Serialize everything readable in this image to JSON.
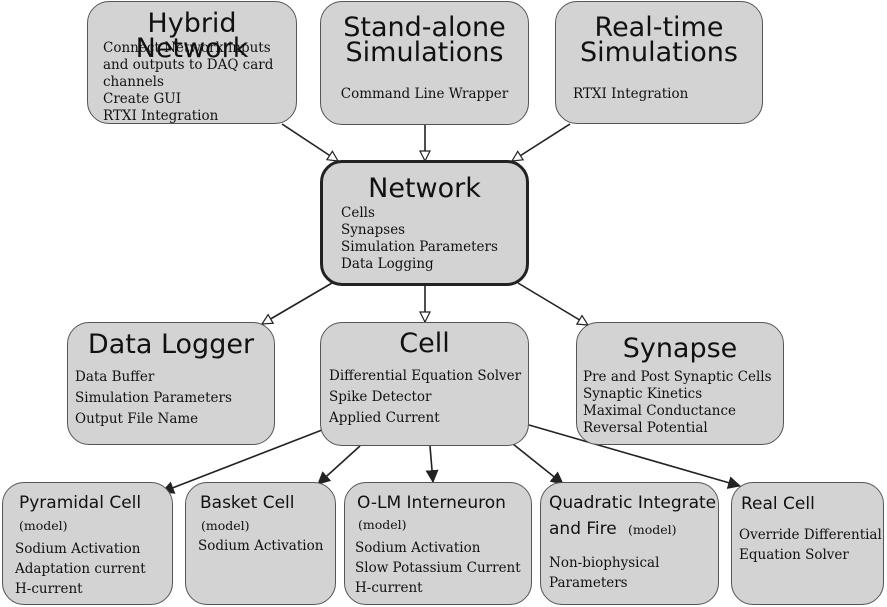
{
  "top": [
    {
      "id": "hybrid",
      "title_lines": [
        "Hybrid Network"
      ],
      "items": [
        "Connect Network inputs",
        "and outputs to DAQ card",
        "channels",
        "Create GUI",
        "RTXI Integration"
      ]
    },
    {
      "id": "standalone",
      "title_lines": [
        "Stand-alone",
        "Simulations"
      ],
      "items": [
        "Command Line Wrapper"
      ]
    },
    {
      "id": "realtime",
      "title_lines": [
        "Real-time",
        "Simulations"
      ],
      "items": [
        "RTXI Integration"
      ]
    }
  ],
  "network": {
    "title": "Network",
    "items": [
      "Cells",
      "Synapses",
      "Simulation Parameters",
      "Data Logging"
    ]
  },
  "middle": [
    {
      "id": "datalogger",
      "title": "Data Logger",
      "items": [
        "Data Buffer",
        "Simulation Parameters",
        "Output File Name"
      ]
    },
    {
      "id": "cell",
      "title": "Cell",
      "items": [
        "Differential Equation Solver",
        "Spike Detector",
        "Applied Current"
      ]
    },
    {
      "id": "synapse",
      "title": "Synapse",
      "items": [
        "Pre and Post Synaptic Cells",
        "Synaptic Kinetics",
        "Maximal Conductance",
        "Reversal Potential"
      ]
    }
  ],
  "bottom": [
    {
      "id": "pyramidal",
      "title": "Pyramidal Cell",
      "subtitle": "(model)",
      "items": [
        "Sodium Activation",
        "Adaptation current",
        "H-current"
      ]
    },
    {
      "id": "basket",
      "title": "Basket Cell",
      "subtitle": "(model)",
      "items": [
        "Sodium Activation"
      ]
    },
    {
      "id": "olm",
      "title": "O-LM Interneuron",
      "subtitle": "(model)",
      "items": [
        "Sodium Activation",
        "Slow Potassium Current",
        "H-current"
      ]
    },
    {
      "id": "quadratic",
      "title_lines": [
        "Quadratic Integrate",
        "and Fire"
      ],
      "subtitle": "(model)",
      "items": [
        "Non-biophysical",
        "Parameters"
      ]
    },
    {
      "id": "real",
      "title": "Real Cell",
      "items": [
        "Override Differential",
        "Equation Solver"
      ]
    }
  ]
}
